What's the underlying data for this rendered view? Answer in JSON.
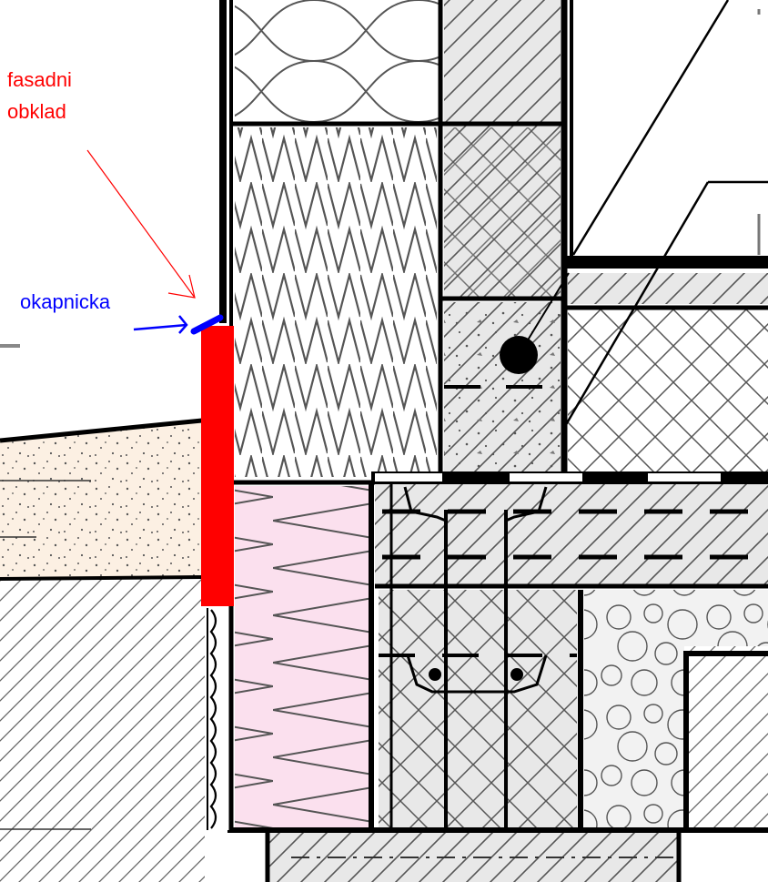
{
  "annotations": {
    "facade": {
      "line1": "fasadni",
      "line2": "obklad",
      "color": "#ff0000"
    },
    "drip": {
      "label": "okapnicka",
      "color": "#0000ff"
    }
  },
  "colors": {
    "facade_cladding": "#ff0000",
    "drip_edge": "#0000ff",
    "pink_insulation": "#fbe0ee",
    "soil_fill": "#fcf0e3",
    "concrete": "#e8e8e8",
    "line": "#000000",
    "hatch": "#555555"
  }
}
